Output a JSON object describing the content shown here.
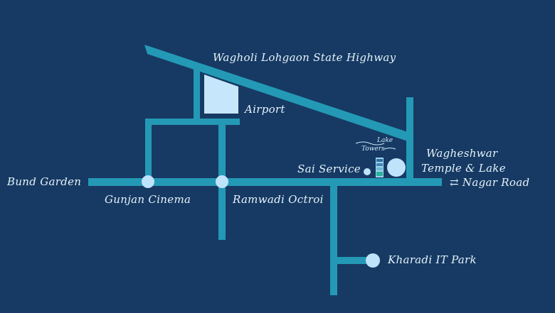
{
  "map": {
    "labels": {
      "highway": "Wagholi Lohgaon State Highway",
      "airport": "Airport",
      "bund_garden": "Bund Garden",
      "gunjan_cinema": "Gunjan Cinema",
      "ramwadi_octroi": "Ramwadi Octroi",
      "sai_service": "Sai Service",
      "wagheshwar_line1": "Wagheshwar",
      "wagheshwar_line2": "Temple & Lake",
      "nagar_road": "⇄ Nagar Road",
      "kharadi": "Kharadi IT Park"
    },
    "logo": {
      "line1": "Lake",
      "line2": "Towers"
    },
    "colors": {
      "background": "#163a63",
      "road": "#2499b6",
      "node": "#bfe3fa",
      "label": "#e6f2fb"
    }
  }
}
